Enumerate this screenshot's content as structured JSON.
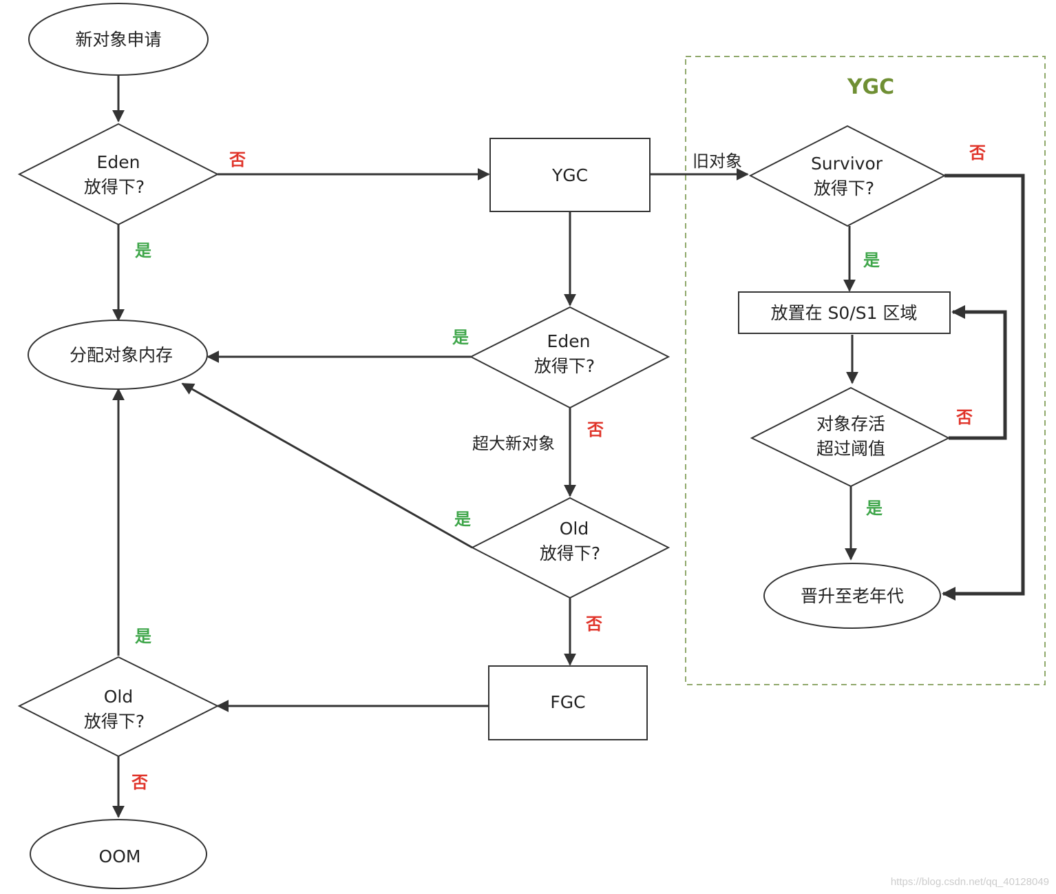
{
  "region": {
    "title": "YGC"
  },
  "nodes": {
    "new_request": [
      "新对象申请"
    ],
    "eden_fit_1": [
      "Eden",
      "放得下?"
    ],
    "ygc": [
      "YGC"
    ],
    "allocate": [
      "分配对象内存"
    ],
    "eden_fit_2": [
      "Eden",
      "放得下?"
    ],
    "old_fit_1": [
      "Old",
      "放得下?"
    ],
    "fgc": [
      "FGC"
    ],
    "old_fit_2": [
      "Old",
      "放得下?"
    ],
    "oom": [
      "OOM"
    ],
    "survivor_fit": [
      "Survivor",
      "放得下?"
    ],
    "place_s0s1": [
      "放置在 S0/S1 区域"
    ],
    "age_check": [
      "对象存活",
      "超过阈值"
    ],
    "promote": [
      "晋升至老年代"
    ]
  },
  "labels": {
    "yes": "是",
    "no": "否",
    "old_object": "旧对象",
    "huge_object": "超大新对象"
  },
  "watermark": "https://blog.csdn.net/qq_40128049"
}
